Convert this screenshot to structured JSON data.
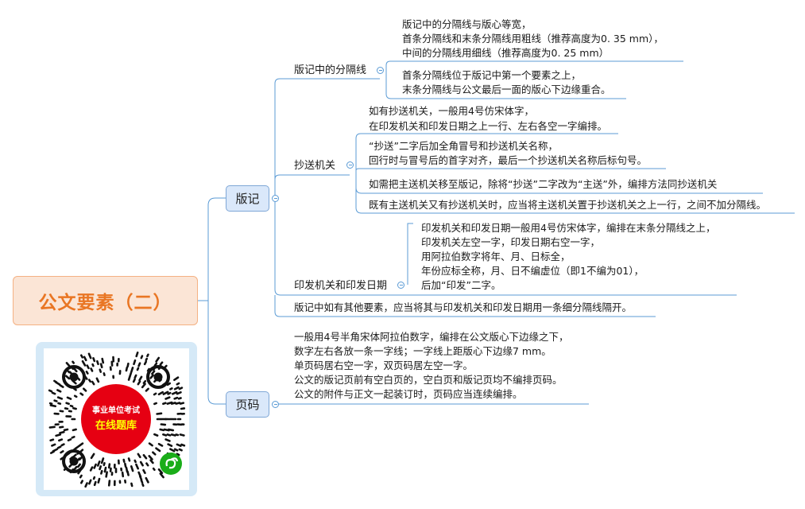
{
  "root": {
    "title": "公文要素（二）"
  },
  "banji": {
    "label": "版记",
    "fengexian": {
      "label": "版记中的分隔线",
      "items": [
        [
          "版记中的分隔线与版心等宽，",
          "首条分隔线和末条分隔线用粗线（推荐高度为0. 35 mm），",
          "中间的分隔线用细线（推荐高度为0. 25 mm）"
        ],
        [
          "首条分隔线位于版记中第一个要素之上，",
          "末条分隔线与公文最后一面的版心下边缘重合。"
        ]
      ]
    },
    "chaosong": {
      "label": "抄送机关",
      "items": [
        [
          "如有抄送机关，一般用4号仿宋体字，",
          "在印发机关和印发日期之上一行、左右各空一字编排。"
        ],
        [
          "“抄送”二字后加全角冒号和抄送机关名称，",
          "回行时与冒号后的首字对齐，最后一个抄送机关名称后标句号。"
        ],
        [
          "如需把主送机关移至版记，除将“抄送”二字改为“主送”外，编排方法同抄送机关"
        ],
        [
          "既有主送机关又有抄送机关时，应当将主送机关置于抄送机关之上一行，之间不加分隔线。"
        ]
      ]
    },
    "yinfa": {
      "label": "印发机关和印发日期",
      "items": [
        "印发机关和印发日期一般用4号仿宋体字，编排在末条分隔线之上，",
        "印发机关左空一字，印发日期右空一字，",
        "用阿拉伯数字将年、月、日标全，",
        "年份应标全称，月、日不编虚位（即1不编为01），",
        "后加“印发”二字。"
      ]
    },
    "other": "版记中如有其他要素，应当将其与印发机关和印发日期用一条细分隔线隔开。"
  },
  "yema": {
    "label": "页码",
    "items": [
      "一般用4号半角宋体阿拉伯数字，编排在公文版心下边缘之下，",
      "数字左右各放一条一字线；一字线上距版心下边缘7 mm。",
      "单页码居右空一字，双页码居左空一字。",
      "公文的版记页前有空白页的，空白页和版记页均不编排页码。",
      "公文的附件与正文一起装订时，页码应当连续编排。"
    ]
  },
  "qr": {
    "line1": "事业单位考试",
    "line2": "在线题库"
  },
  "colors": {
    "line": "#5b9bd5",
    "root_bg": "#fbe5d6",
    "root_text": "#e97624",
    "node_bg": "#dae8fa",
    "qr_red": "#e60012"
  }
}
